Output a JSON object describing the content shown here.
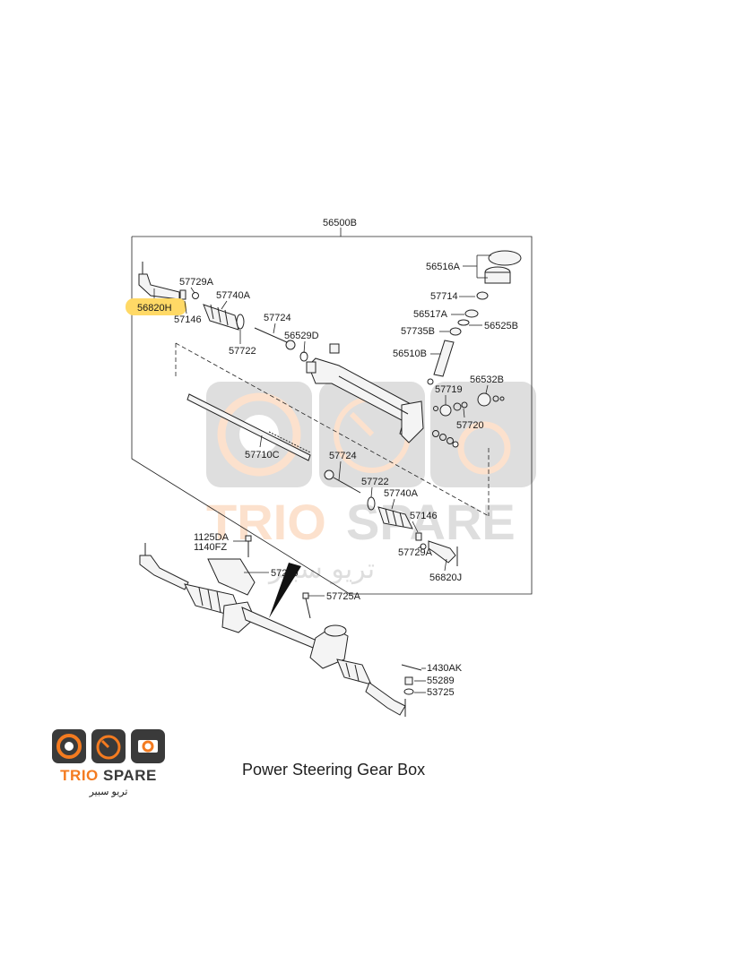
{
  "diagram": {
    "assembly_label": "56500B",
    "highlighted_label": "56820H",
    "labels": {
      "l56516A": "56516A",
      "l57714": "57714",
      "l56517A": "56517A",
      "l56525B": "56525B",
      "l57735B": "57735B",
      "l56510B": "56510B",
      "l56532B": "56532B",
      "l57719": "57719",
      "l57720": "57720",
      "l57729A_top": "57729A",
      "l57740A_top": "57740A",
      "l57146_top": "57146",
      "l57724_top": "57724",
      "l57722_top": "57722",
      "l56529D": "56529D",
      "l57710C": "57710C",
      "l57724_mid": "57724",
      "l57722_mid": "57722",
      "l57740A_mid": "57740A",
      "l57146_mid": "57146",
      "l57729A_mid": "57729A",
      "l56820J": "56820J",
      "l1125DA": "1125DA",
      "l1140FZ": "1140FZ",
      "l57280": "57280",
      "l57725A": "57725A",
      "l1430AK": "1430AK",
      "l55289": "55289",
      "l53725": "53725"
    },
    "watermark": {
      "text_en_1": "TRIO",
      "text_en_2": "SPARE",
      "text_ar": "تريو سبير"
    }
  },
  "caption": "Power Steering Gear Box",
  "brand": {
    "name_part1": "TRIO",
    "name_part2": "SPARE",
    "arabic": "تريو سبير",
    "accent_color": "#f47b20",
    "dark_color": "#3a3a3a",
    "highlight_color": "#ffd966"
  }
}
